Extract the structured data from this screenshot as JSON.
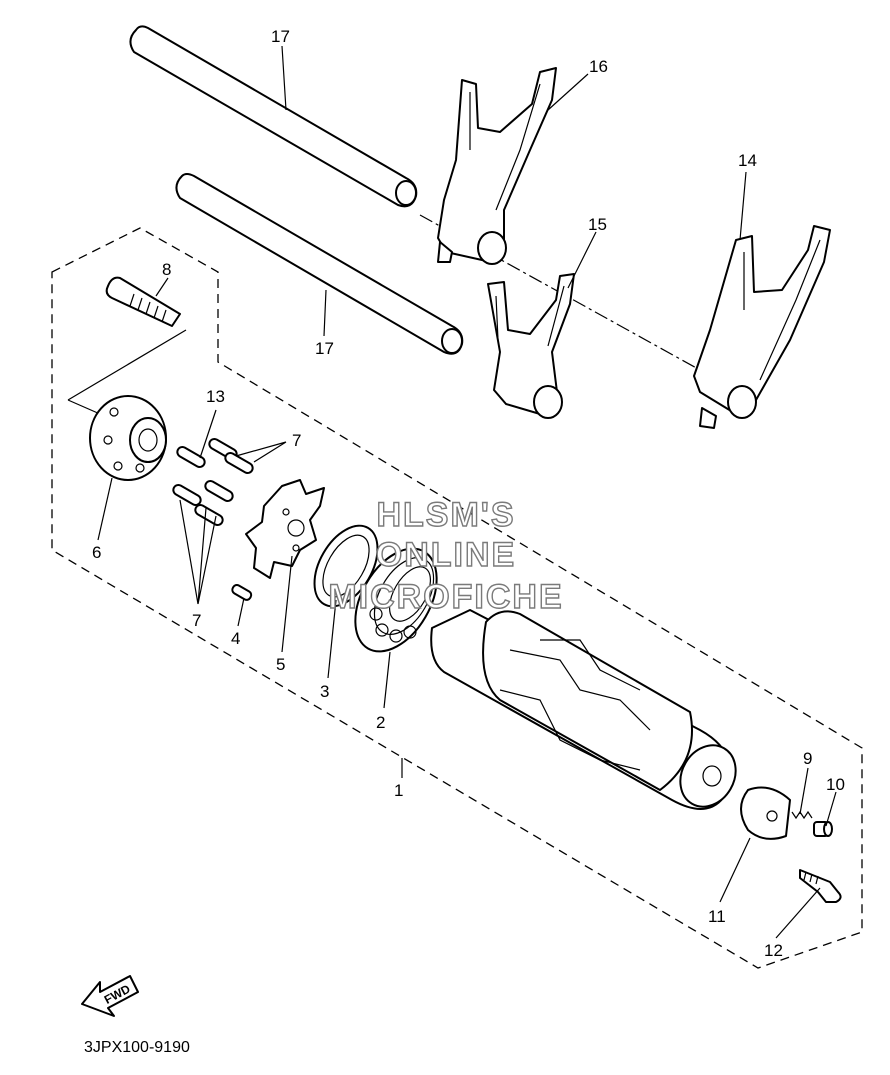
{
  "diagram": {
    "callouts": [
      "17",
      "16",
      "14",
      "15",
      "8",
      "17",
      "13",
      "7",
      "6",
      "7",
      "4",
      "5",
      "3",
      "2",
      "1",
      "9",
      "10",
      "11",
      "12"
    ],
    "watermark_lines": [
      "HLSM'S",
      "ONLINE",
      "MICROFICHE"
    ],
    "fwd_label": "FWD",
    "drawing_code": "3JPX100-9190"
  }
}
